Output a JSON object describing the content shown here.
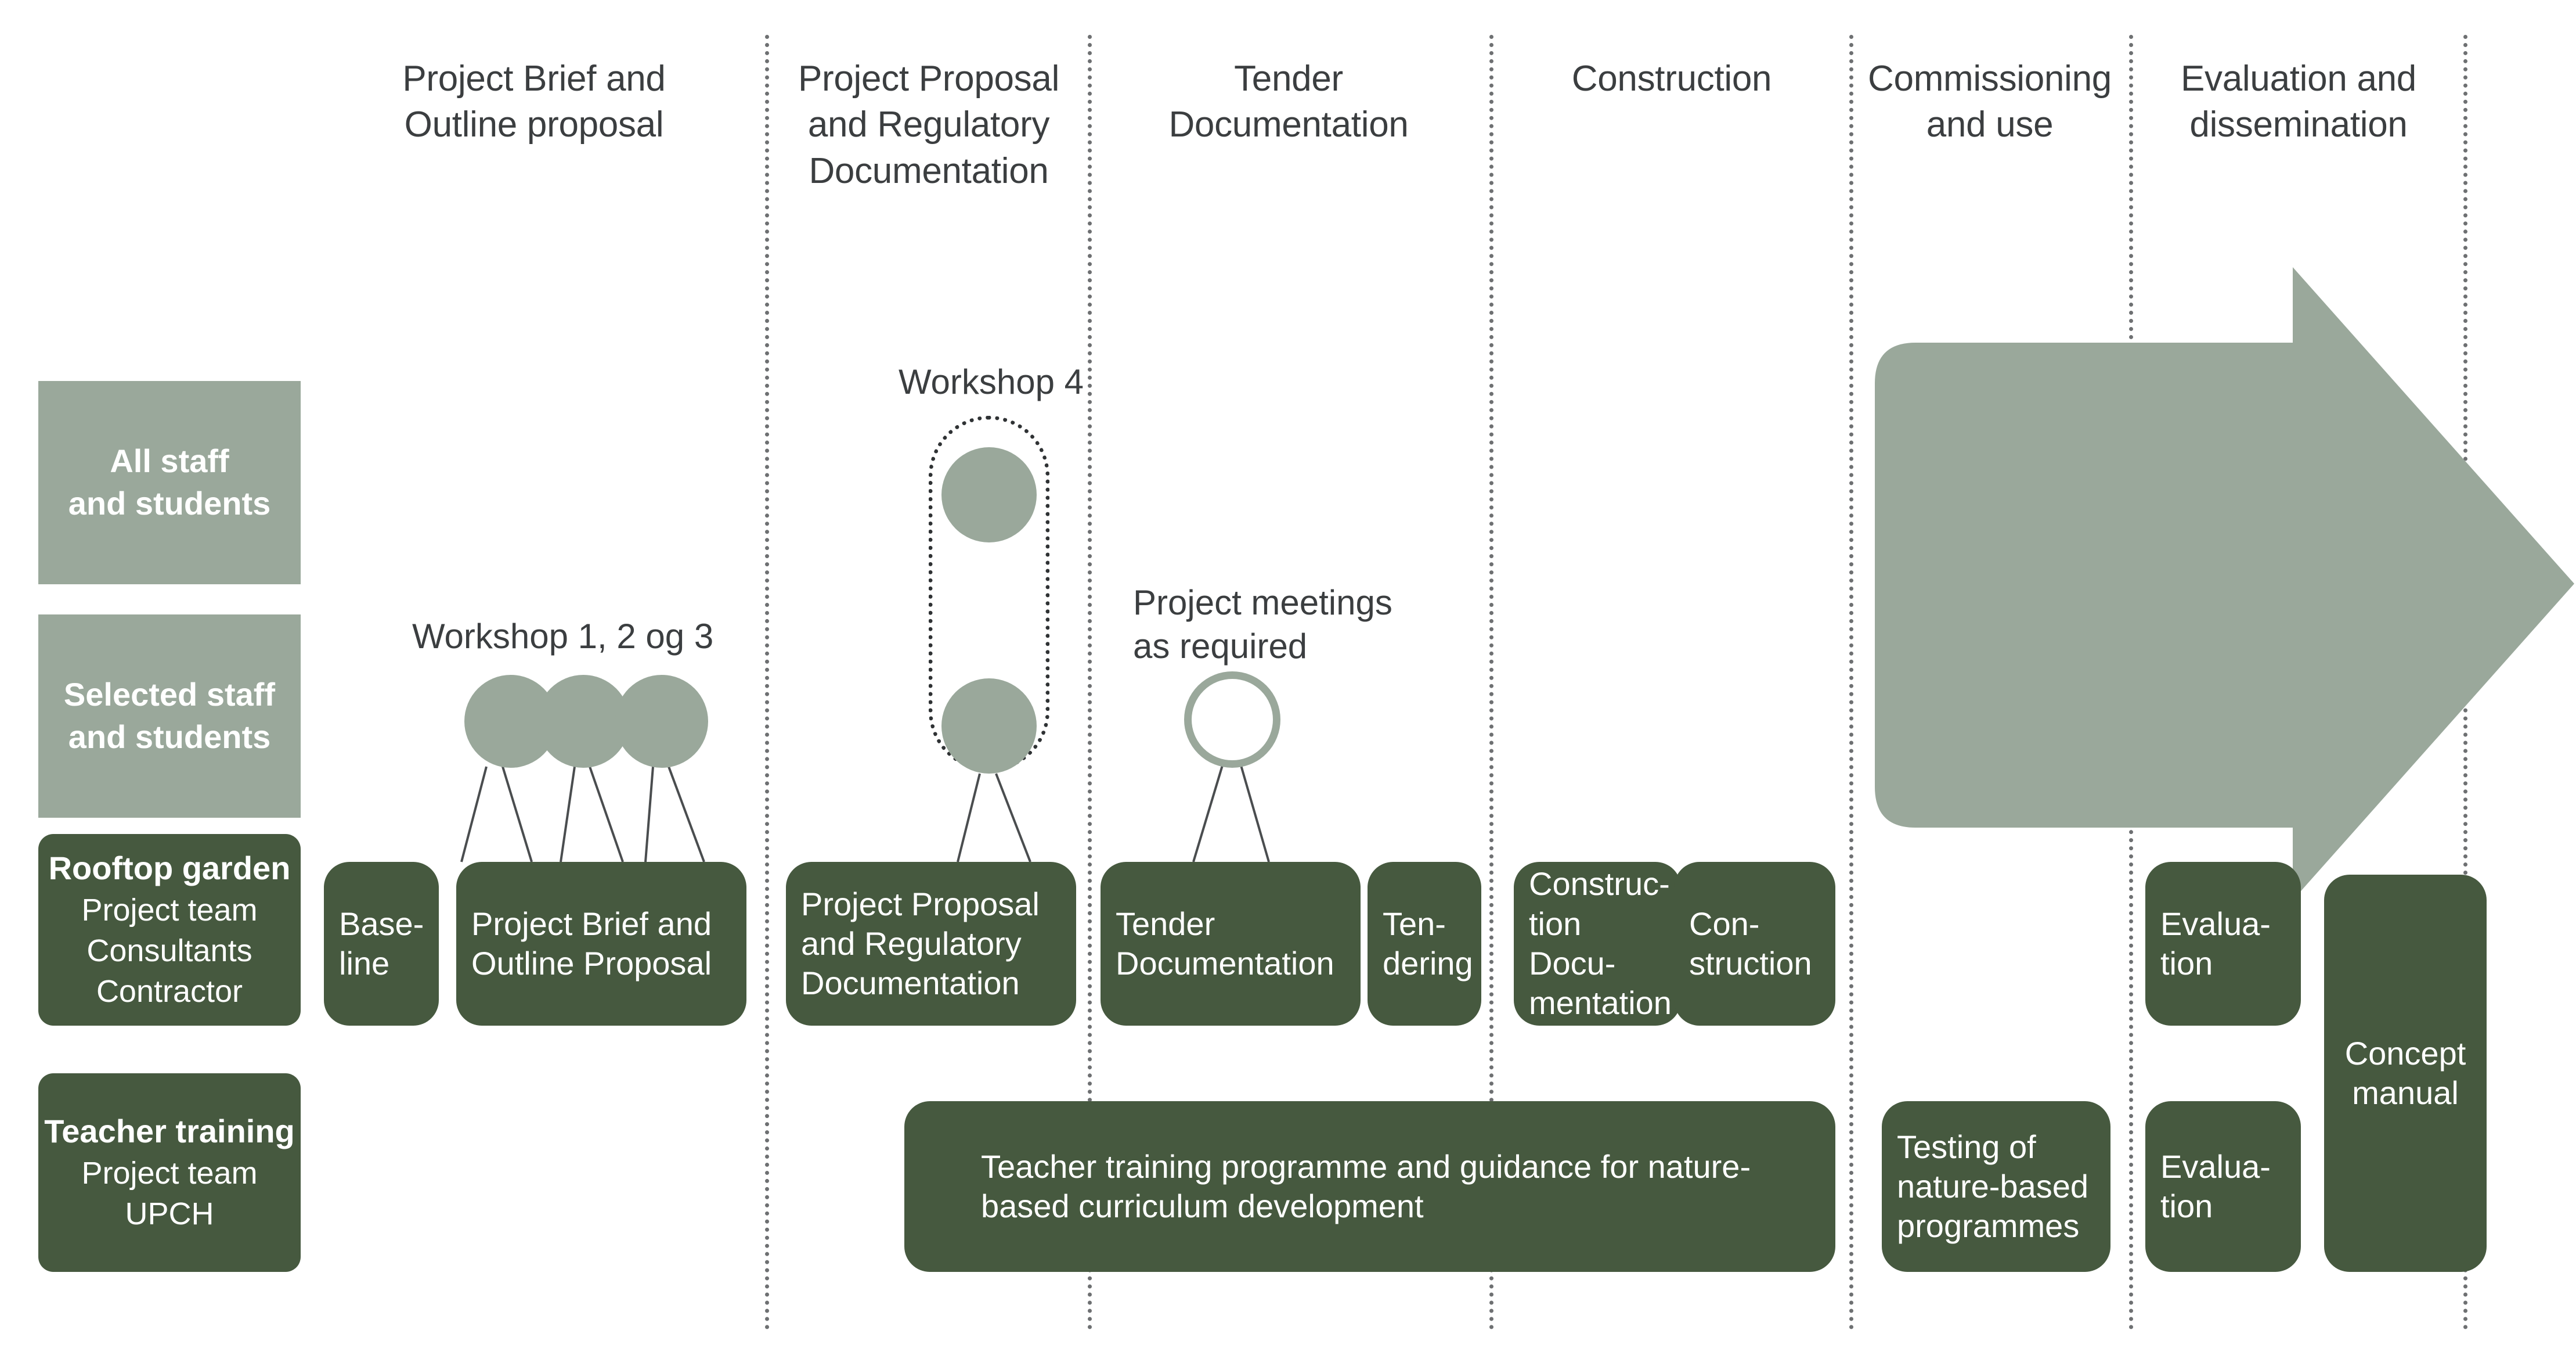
{
  "colors": {
    "light_green": "#9aa89b",
    "dark_green": "#46593f",
    "text_dark": "#3b3e40",
    "white": "#ffffff",
    "divider": "#55585a"
  },
  "phases": [
    {
      "label": "Project Brief and\nOutline proposal"
    },
    {
      "label": "Project Proposal\nand Regulatory\nDocumentation"
    },
    {
      "label": "Tender\nDocumentation"
    },
    {
      "label": "Construction"
    },
    {
      "label": "Commissioning\nand use"
    },
    {
      "label": "Evaluation and\ndissemination"
    }
  ],
  "row_labels": [
    {
      "title": "All staff",
      "subtitle": "and students",
      "style": "light"
    },
    {
      "title": "Selected staff",
      "subtitle": "and students",
      "style": "light"
    },
    {
      "title": "Rooftop garden",
      "lines": [
        "Project team",
        "Consultants",
        "Contractor"
      ],
      "style": "dark"
    },
    {
      "title": "Teacher training",
      "lines": [
        "Project team",
        "UPCH"
      ],
      "style": "dark"
    }
  ],
  "annotations": [
    {
      "text": "Workshop 1, 2 og 3"
    },
    {
      "text": "Workshop 4"
    },
    {
      "text": "Project meetings\nas required"
    },
    {
      "text": "Commissioning and use"
    }
  ],
  "process_boxes": [
    {
      "label": "Base-\nline"
    },
    {
      "label": "Project Brief and\nOutline Proposal"
    },
    {
      "label": "Project Proposal\nand Regulatory\nDocumentation"
    },
    {
      "label": "Tender\nDocumentation"
    },
    {
      "label": "Ten-\ndering"
    },
    {
      "label": "Construc-\ntion Docu-\nmentation"
    },
    {
      "label": "Con-\nstruction"
    },
    {
      "label": "Evalua-\ntion"
    },
    {
      "label": "Concept\nmanual"
    },
    {
      "label": "Teacher training programme and guidance for nature-\nbased curriculum development"
    },
    {
      "label": "Testing of\nnature-based\nprogrammes"
    },
    {
      "label": "Evalua-\ntion"
    }
  ]
}
